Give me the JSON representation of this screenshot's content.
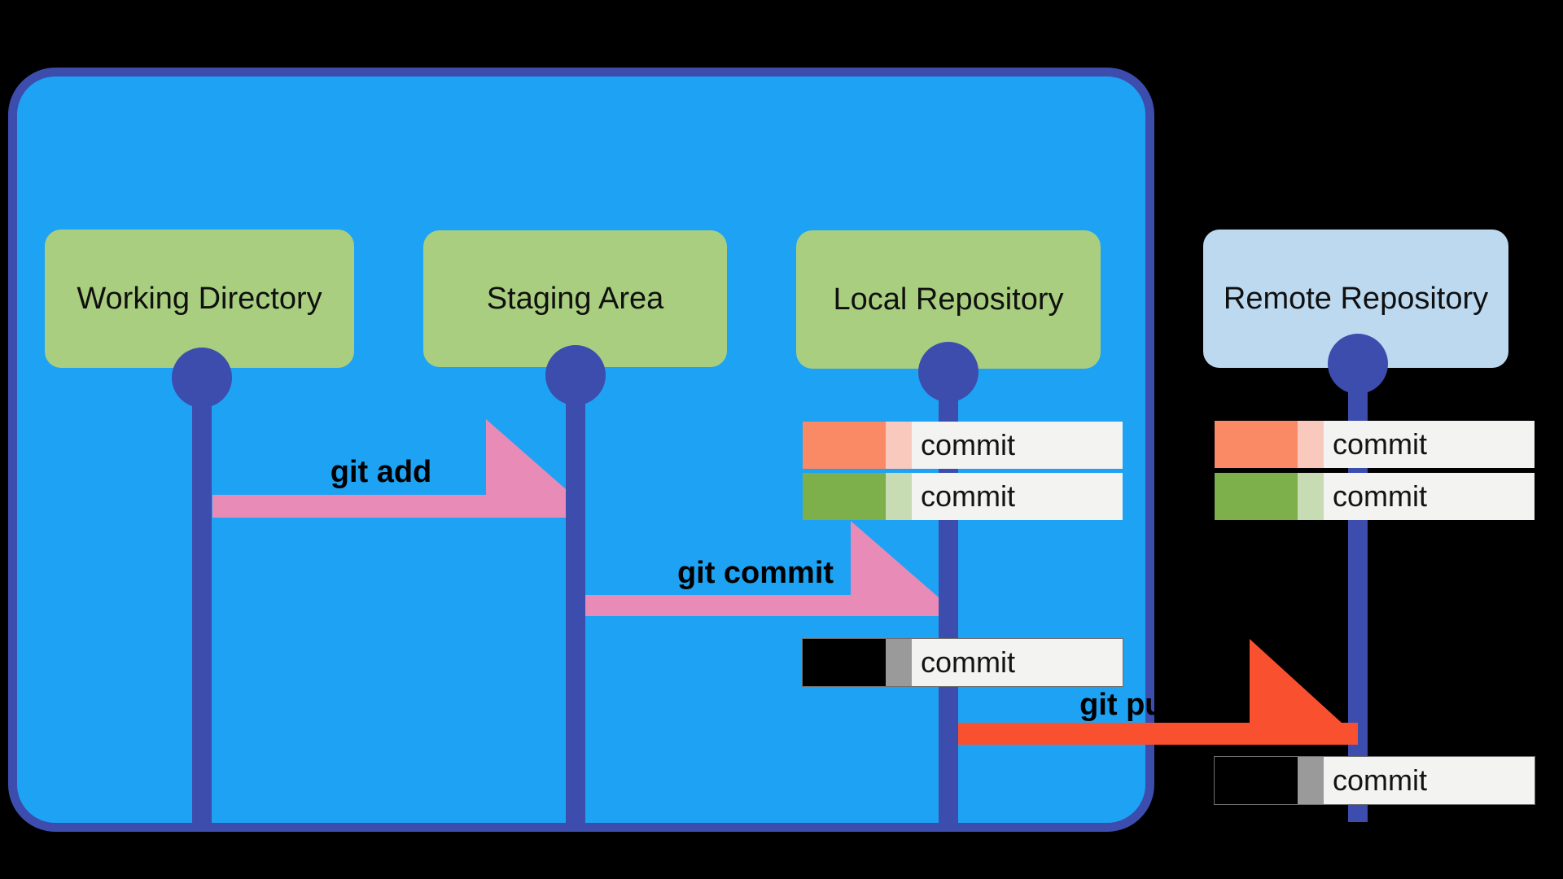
{
  "nodes": [
    {
      "id": "working-directory",
      "label": "Working Directory"
    },
    {
      "id": "staging-area",
      "label": "Staging Area"
    },
    {
      "id": "local-repository",
      "label": "Local Repository"
    },
    {
      "id": "remote-repository",
      "label": "Remote Repository"
    }
  ],
  "arrows": [
    {
      "id": "git-add",
      "label": "git add",
      "from": "working-directory",
      "to": "staging-area",
      "color": "#e98bb7"
    },
    {
      "id": "git-commit",
      "label": "git commit",
      "from": "staging-area",
      "to": "local-repository",
      "color": "#e98bb7"
    },
    {
      "id": "git-push",
      "label": "git push",
      "from": "local-repository",
      "to": "remote-repository",
      "color": "#f95130"
    }
  ],
  "local_commits": [
    {
      "label": "commit",
      "color": "#fa8a65",
      "fade_color": "#f9c9be"
    },
    {
      "label": "commit",
      "color": "#7db04b",
      "fade_color": "#c7dcb2"
    },
    {
      "label": "commit",
      "color": "#000000",
      "fade_color": "#9a9a9a"
    }
  ],
  "remote_commits": [
    {
      "label": "commit",
      "color": "#fa8a65",
      "fade_color": "#f9c9be"
    },
    {
      "label": "commit",
      "color": "#7db04b",
      "fade_color": "#c7dcb2"
    },
    {
      "label": "commit",
      "color": "#000000",
      "fade_color": "#9a9a9a"
    }
  ],
  "colors": {
    "background": "#000000",
    "environment_fill": "#1ea2f3",
    "environment_border": "#3c4dae",
    "timeline": "#3c4dae",
    "node_green": "#a9ce7f",
    "node_light_blue": "#bdd9ef",
    "arrow_pink": "#e98bb7",
    "arrow_red": "#f95130",
    "commit_label_bg": "#f3f3f2",
    "text": "#000000"
  }
}
